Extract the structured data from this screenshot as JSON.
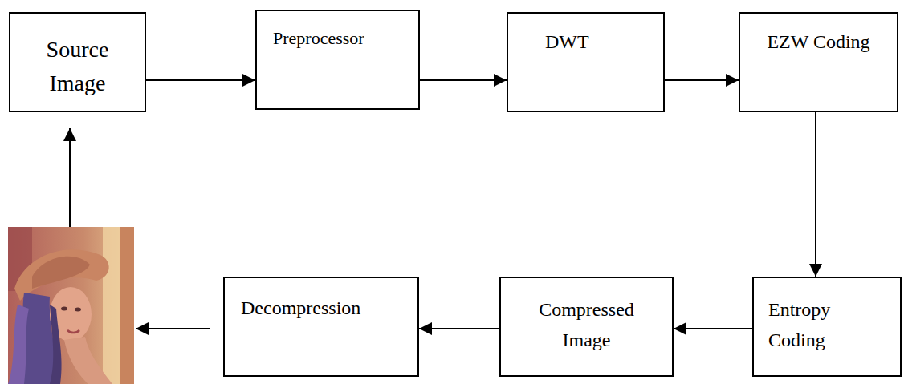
{
  "diagram": {
    "nodes": [
      {
        "text": [
          "Source Image"
        ]
      },
      {
        "text": [
          "Preprocessor"
        ]
      },
      {
        "text": [
          "DWT"
        ]
      },
      {
        "text": [
          "EZW Coding"
        ]
      },
      {
        "text": [
          "Entropy Coding"
        ]
      },
      {
        "text": [
          "Compressed Image"
        ]
      },
      {
        "text": [
          "Decompression"
        ]
      }
    ],
    "edges": [
      {
        "from": 0,
        "to": 1,
        "arrow": "to"
      },
      {
        "from": 1,
        "to": 2,
        "arrow": "to"
      },
      {
        "from": 2,
        "to": 3,
        "arrow": "to"
      },
      {
        "from": 3,
        "to": 4,
        "arrow": "to"
      },
      {
        "from": 4,
        "to": 5,
        "arrow": "to"
      },
      {
        "from": 5,
        "to": 6,
        "arrow": "to"
      }
    ]
  }
}
